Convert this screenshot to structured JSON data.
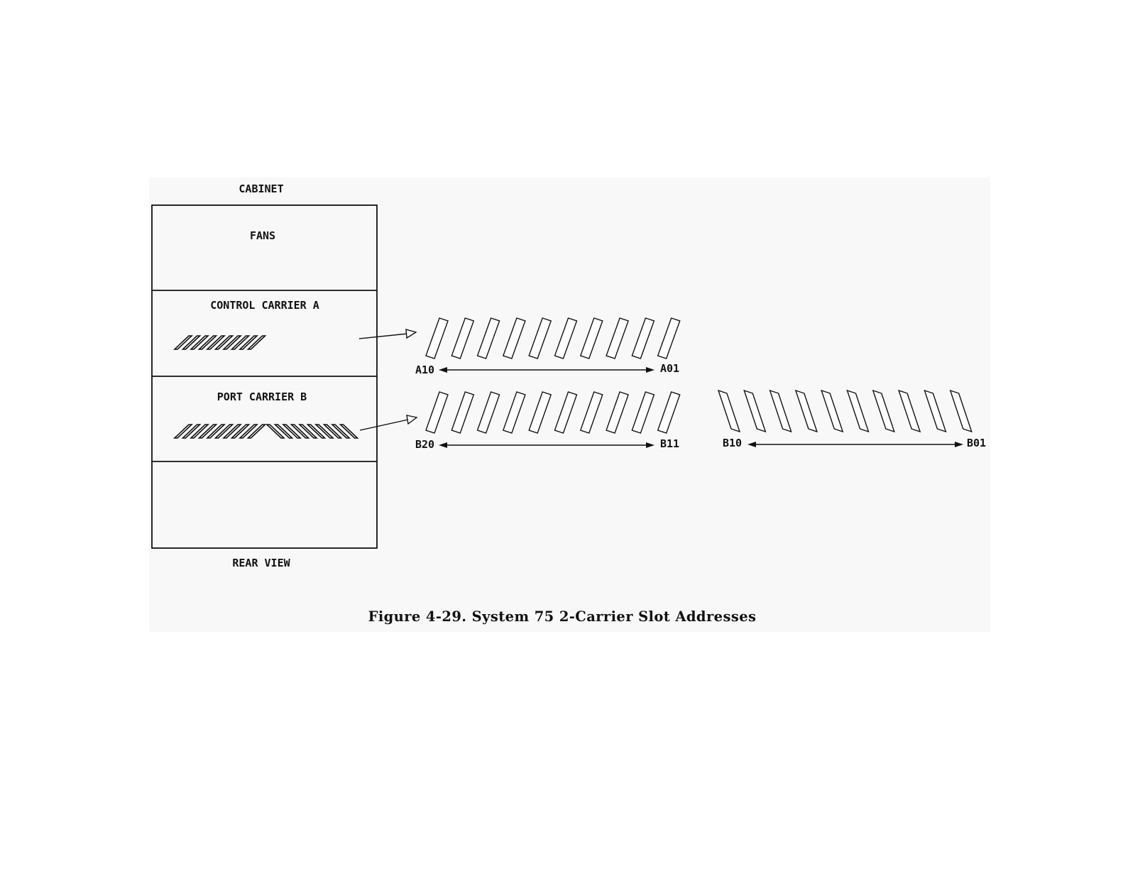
{
  "cabinet": {
    "title": "CABINET",
    "sections": [
      "FANS",
      "CONTROL CARRIER A",
      "PORT CARRIER B",
      ""
    ],
    "footer": "REAR VIEW"
  },
  "carrier_a": {
    "left_label": "A10",
    "right_label": "A01",
    "slot_count": 10
  },
  "carrier_b_left": {
    "left_label": "B20",
    "right_label": "B11",
    "slot_count": 10
  },
  "carrier_b_right": {
    "left_label": "B10",
    "right_label": "B01",
    "slot_count": 10
  },
  "caption": "Figure 4-29.  System 75 2-Carrier Slot Addresses"
}
